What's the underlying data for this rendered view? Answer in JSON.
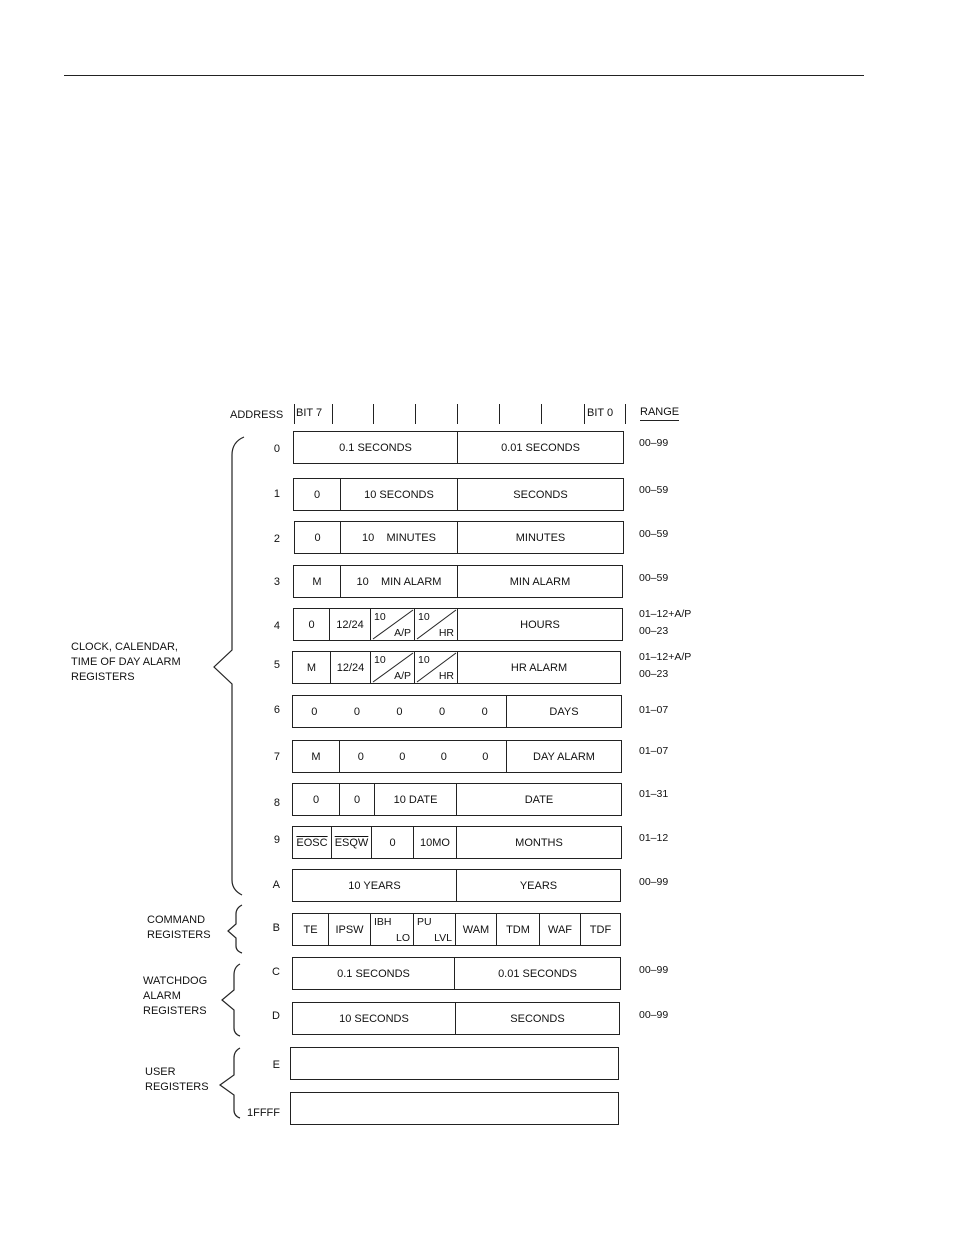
{
  "header": {
    "address": "ADDRESS",
    "bit7": "BIT 7",
    "bit0": "BIT 0",
    "range": "RANGE"
  },
  "groups": {
    "clock": [
      "CLOCK, CALENDAR,",
      "TIME OF DAY ALARM",
      "REGISTERS"
    ],
    "command": [
      "COMMAND",
      "REGISTERS"
    ],
    "watchdog": [
      "WATCHDOG",
      "ALARM",
      "REGISTERS"
    ],
    "user": [
      "USER",
      "REGISTERS"
    ]
  },
  "rows": [
    {
      "addr": "0",
      "range": [
        "00–99"
      ],
      "cells": [
        "0.1 SECONDS",
        "0.01 SECONDS"
      ]
    },
    {
      "addr": "1",
      "range": [
        "00–59"
      ],
      "cells": [
        "0",
        "10 SECONDS",
        "SECONDS"
      ]
    },
    {
      "addr": "2",
      "range": [
        "00–59"
      ],
      "cells": [
        "0",
        "10    MINUTES",
        "MINUTES"
      ]
    },
    {
      "addr": "3",
      "range": [
        "00–59"
      ],
      "cells": [
        "M",
        "10    MIN ALARM",
        "MIN ALARM"
      ]
    },
    {
      "addr": "4",
      "range": [
        "01–12+A/P",
        "00–23"
      ],
      "cells": [
        "0",
        "12/24",
        "10|A/P",
        "10|HR",
        "HOURS"
      ]
    },
    {
      "addr": "5",
      "range": [
        "01–12+A/P",
        "00–23"
      ],
      "cells": [
        "M",
        "12/24",
        "10|A/P",
        "10|HR",
        "HR ALARM"
      ]
    },
    {
      "addr": "6",
      "range": [
        "01–07"
      ],
      "cells": [
        "0",
        "0",
        "0",
        "0",
        "0",
        "DAYS"
      ]
    },
    {
      "addr": "7",
      "range": [
        "01–07"
      ],
      "cells": [
        "M",
        "0",
        "0",
        "0",
        "0",
        "DAY ALARM"
      ]
    },
    {
      "addr": "8",
      "range": [
        "01–31"
      ],
      "cells": [
        "0",
        "0",
        "10 DATE",
        "DATE"
      ]
    },
    {
      "addr": "9",
      "range": [
        "01–12"
      ],
      "cells": [
        "EOSC",
        "ESQW",
        "0",
        "10MO",
        "MONTHS"
      ]
    },
    {
      "addr": "A",
      "range": [
        "00–99"
      ],
      "cells": [
        "10 YEARS",
        "YEARS"
      ]
    },
    {
      "addr": "B",
      "range": [],
      "cells": [
        "TE",
        "IPSW",
        "IBH|LO",
        "PU|LVL",
        "WAM",
        "TDM",
        "WAF",
        "TDF"
      ]
    },
    {
      "addr": "C",
      "range": [
        "00–99"
      ],
      "cells": [
        "0.1 SECONDS",
        "0.01 SECONDS"
      ]
    },
    {
      "addr": "D",
      "range": [
        "00–99"
      ],
      "cells": [
        "10 SECONDS",
        "SECONDS"
      ]
    },
    {
      "addr": "E",
      "range": [],
      "cells": [
        ""
      ]
    },
    {
      "addr": "1FFFF",
      "range": [],
      "cells": [
        ""
      ]
    }
  ]
}
